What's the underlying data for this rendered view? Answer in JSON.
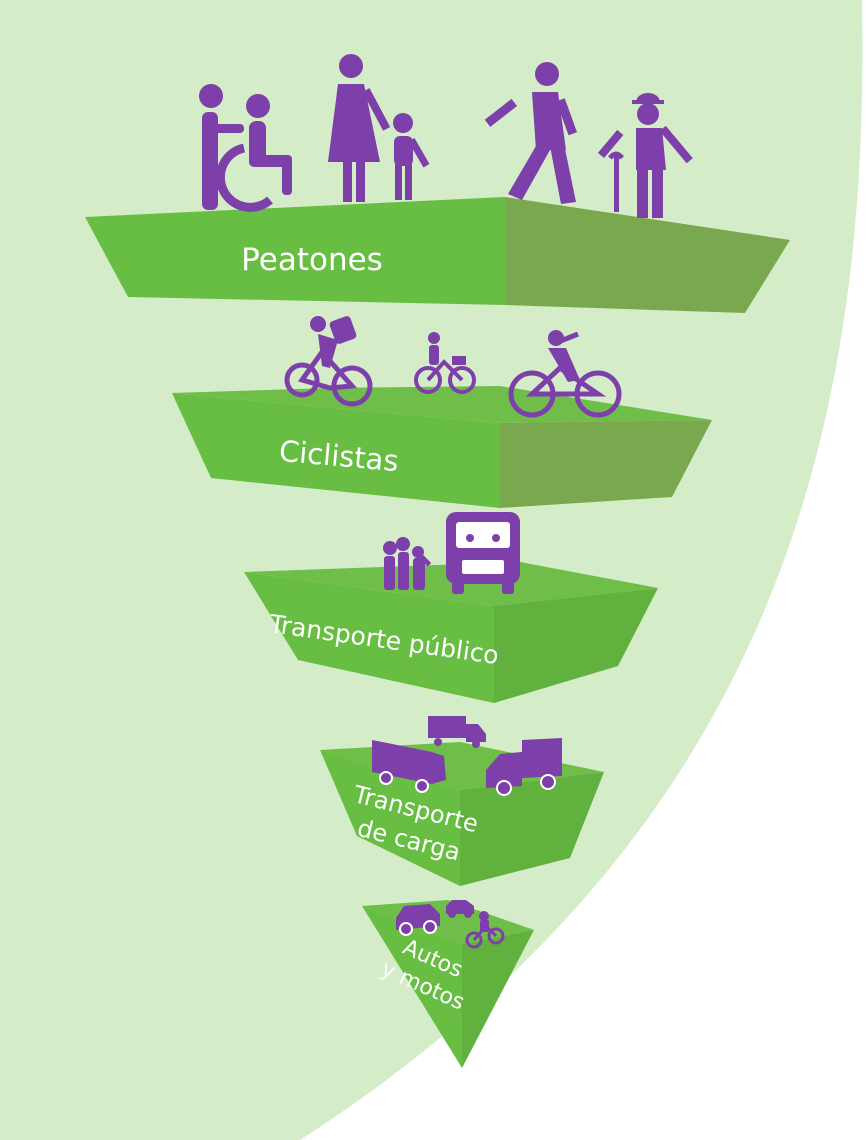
{
  "colors": {
    "background_arc": "#d5ecc9",
    "layer_top": "#6fbe49",
    "layer_front": "#67be43",
    "layer_side": "#7aa84e",
    "icons": "#7d3fa9",
    "label_text": "#ffffff"
  },
  "levels": [
    {
      "label_lines": [
        "Peatones"
      ],
      "icons": [
        "person-with-wheelchair-user-icon",
        "mother-and-child-icon",
        "walking-person-icon",
        "elderly-person-with-cane-icon"
      ]
    },
    {
      "label_lines": [
        "Ciclistas"
      ],
      "icons": [
        "cyclist-with-backpack-icon",
        "cyclist-with-basket-icon",
        "woman-cyclist-icon"
      ]
    },
    {
      "label_lines": [
        "Transporte público"
      ],
      "icons": [
        "people-hailing-bus-icon",
        "bus-icon"
      ]
    },
    {
      "label_lines": [
        "Transporte",
        "de carga"
      ],
      "icons": [
        "delivery-truck-icon",
        "semi-truck-icon",
        "cargo-van-icon"
      ]
    },
    {
      "label_lines": [
        "Autos",
        "y motos"
      ],
      "icons": [
        "car-icon",
        "small-car-icon",
        "motorcycle-icon"
      ]
    }
  ]
}
